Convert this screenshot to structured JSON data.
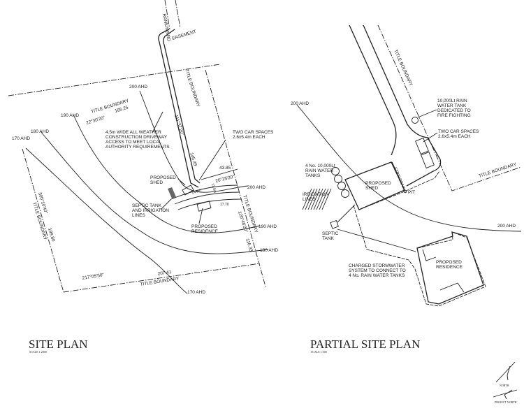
{
  "site_plan": {
    "title": "SITE PLAN",
    "scale": "SCALE 1:2000",
    "road": "RANKINS RD",
    "easement": "EASEMENT",
    "contours": [
      "200 AHD",
      "190 AHD",
      "180 AHD",
      "170 AHD",
      "200 AHD",
      "190 AHD",
      "180 AHD",
      "170 AHD"
    ],
    "boundary_labels": [
      "TITLE BOUNDARY",
      "TITLE BOUNDARY",
      "TITLE BOUNDARY",
      "TITLE BOUNDARY",
      "TITLE BOUNDARY"
    ],
    "dimensions": [
      "22°30'20\"",
      "185.25",
      "111°37'20\"",
      "145.49",
      "43.85",
      "26°25'20\"",
      "120°46'20\"",
      "116.33",
      "217°05'50\"",
      "207.41",
      "300°10'40\"",
      "199.80",
      "14.5m",
      "11.5m",
      "17.70"
    ],
    "driveway_note": [
      "4.5m WIDE ALL WEATHER",
      "CONSTRUCTION DRIVEWAY",
      "ACCESS TO MEET LOCAL",
      "AUTHORITY REQUIREMENTS"
    ],
    "car_spaces": [
      "TWO CAR SPACES",
      "2.6x5.4m EACH"
    ],
    "shed": [
      "PROPOSED",
      "SHED"
    ],
    "septic": [
      "SEPTIC TANK",
      "AND IRRIGATION",
      "LINES"
    ],
    "residence": [
      "PROPOSED",
      "RESIDENCE"
    ]
  },
  "partial_site_plan": {
    "title": "PARTIAL SITE PLAN",
    "scale": "SCALE 1:500",
    "boundary_labels": [
      "TITLE BOUNDARY",
      "TITLE BOUNDARY"
    ],
    "contours": [
      "200 AHD",
      "200 AHD"
    ],
    "fire_tank": [
      "10,000Lt RAIN",
      "WATER TANK",
      "DEDICATED TO",
      "FIRE FIGHTING"
    ],
    "car_spaces": [
      "TWO CAR SPACES",
      "2.6x5.4m EACH"
    ],
    "rain_tanks": [
      "4 No. 10,000Lt",
      "RAIN WATER",
      "TANKS"
    ],
    "strip_drain": "STRIP DRAIN",
    "pit": "PIT",
    "shed": [
      "PROPOSED",
      "SHED"
    ],
    "irrigation": [
      "IRRIGATION",
      "LINES"
    ],
    "septic": [
      "SEPTIC",
      "TANK"
    ],
    "stormwater": [
      "CHARGED STORMWATER",
      "SYSTEM TO CONNECT TO",
      "4 No. RAIN WATER TANKS"
    ],
    "residence": [
      "PROPOSED",
      "RESIDENCE"
    ]
  },
  "north": {
    "north_label": "NORTH",
    "project_north_label": "PROJECT NORTH"
  }
}
